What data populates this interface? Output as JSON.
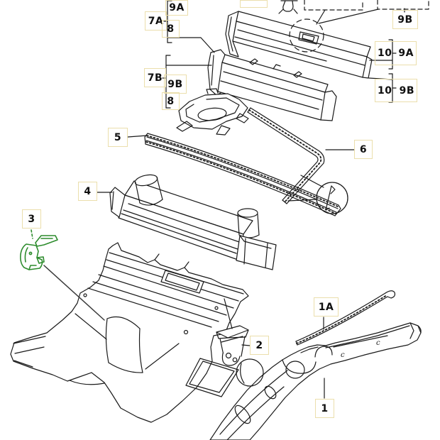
{
  "diagram": {
    "title": "exploded-body-panels-parts-diagram",
    "background": "#ffffff",
    "line_color": "#1a1a1a",
    "highlight_color": "#2d8c2d",
    "hotspot_border_color": "#ebdfac"
  },
  "callouts": {
    "upper_left_group": {
      "assembly": "7A",
      "part_top": "9A",
      "part_bottom": "8"
    },
    "mid_left_group": {
      "assembly": "7B",
      "part_top": "9B",
      "part_bottom": "8"
    },
    "upper_right": "9B",
    "right_group_a": {
      "qty": "10",
      "ref": "9A"
    },
    "right_group_b": {
      "qty": "10",
      "ref": "9B"
    },
    "seal_front": "5",
    "seal_rear": "6",
    "crossmember": "4",
    "bracket_highlighted": "3",
    "bracket_small": "2",
    "sill_strip": "1A",
    "side_member": "1"
  },
  "highlighted_part": {
    "callout": "3",
    "color": "#2d8c2d"
  },
  "artwork_marks": {
    "c_left": "c",
    "c_right": "c"
  }
}
